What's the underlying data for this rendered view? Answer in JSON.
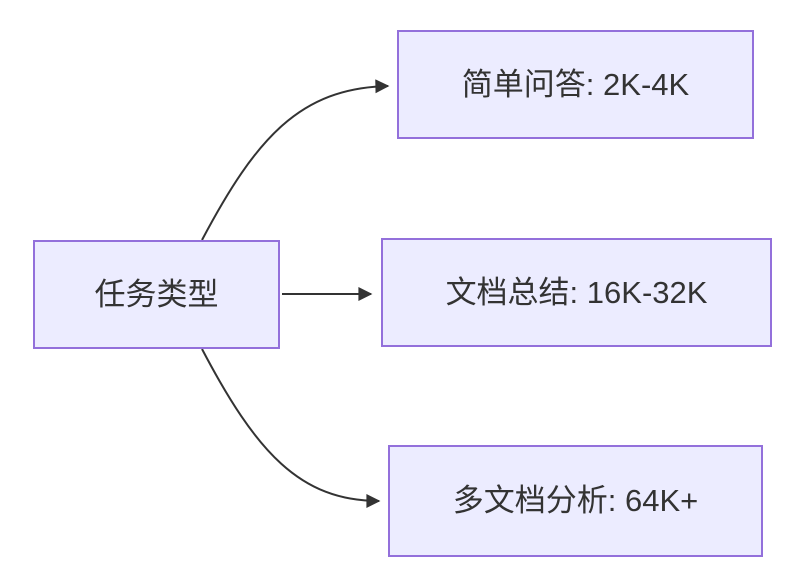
{
  "diagram": {
    "type": "flowchart-lr",
    "nodes": [
      {
        "id": "root",
        "label": "任务类型"
      },
      {
        "id": "simple-qa",
        "label": "简单问答: 2K-4K"
      },
      {
        "id": "doc-summary",
        "label": "文档总结: 16K-32K"
      },
      {
        "id": "multi-doc",
        "label": "多文档分析: 64K+"
      }
    ],
    "edges": [
      {
        "from": "root",
        "to": "simple-qa"
      },
      {
        "from": "root",
        "to": "doc-summary"
      },
      {
        "from": "root",
        "to": "multi-doc"
      }
    ],
    "colors": {
      "node_fill": "#ECECFF",
      "node_border": "#9370DB",
      "edge_stroke": "#333333",
      "text": "#333333",
      "background": "#FFFFFF"
    }
  }
}
